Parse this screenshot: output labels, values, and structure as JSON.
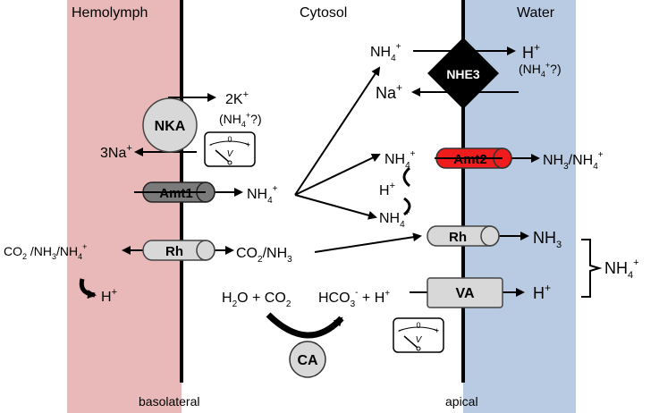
{
  "regions": {
    "hemolymph": "Hemolymph",
    "cytosol": "Cytosol",
    "water": "Water",
    "basolateral": "basolateral",
    "apical": "apical"
  },
  "colors": {
    "hemolymph": "#e8b9b8",
    "water": "#b9cbe3",
    "membrane": "#000000",
    "amt2": "#ee1c1c",
    "amt1": "#7a7a7a",
    "transporter_light": "#d8d8d8",
    "nhe3": "#000000"
  },
  "transporters": {
    "nka": "NKA",
    "amt1": "Amt1",
    "rh_baso": "Rh",
    "nhe3": "NHE3",
    "amt2": "Amt2",
    "rh_apical": "Rh",
    "va": "VA",
    "ca": "CA"
  },
  "labels": {
    "nka_k_main": "2K",
    "nka_k_sup": "+",
    "nka_nh4_alt": "(NH",
    "nka_nh4_alt_sub": "4",
    "nka_nh4_alt_sup": "+",
    "nka_nh4_alt_end": "?)",
    "nka_na_main": "3Na",
    "nka_na_sup": "+",
    "amt1_nh4_main": "NH",
    "amt1_nh4_sub": "4",
    "amt1_nh4_sup": "+",
    "rh_baso_left_main": "CO",
    "rh_baso_left_sub": "2",
    "rh_baso_left_mid": " /NH",
    "rh_baso_left_sub2": "3",
    "rh_baso_left_mid2": "/NH",
    "rh_baso_left_sub3": "4",
    "rh_baso_left_sup": "+",
    "rh_baso_right_main": "CO",
    "rh_baso_right_sub": "2",
    "rh_baso_right_end": "/NH",
    "rh_baso_right_sub2": "3",
    "h_baso_main": "H",
    "h_baso_sup": "+",
    "nhe3_nh4_main": "NH",
    "nhe3_nh4_sub": "4",
    "nhe3_nh4_sup": "+",
    "nhe3_h_main": "H",
    "nhe3_h_sup": "+",
    "nhe3_h_alt": "(NH",
    "nhe3_h_alt_sub": "4",
    "nhe3_h_alt_sup": "+",
    "nhe3_h_alt_end": "?)",
    "nhe3_na_main": "Na",
    "nhe3_na_sup": "+",
    "amt2_nh4_main": "NH",
    "amt2_nh4_sub": "4",
    "amt2_nh4_sup": "+",
    "amt2_out_main": "NH",
    "amt2_out_sub": "3",
    "amt2_out_mid": "/NH",
    "amt2_out_sub2": "4",
    "amt2_out_sup": "+",
    "h_cyt_main": "H",
    "h_cyt_sup": "+",
    "nh4_lower_main": "NH",
    "nh4_lower_sub": "4",
    "nh4_lower_sup": "+",
    "rh_ap_out_main": "NH",
    "rh_ap_out_sub": "3",
    "h2o_main": "H",
    "h2o_sub": "2",
    "h2o_mid": "O + CO",
    "h2o_sub2": "2",
    "hco3_main": "HCO",
    "hco3_sub": "3",
    "hco3_sup": "-",
    "hco3_mid": " + H",
    "hco3_sup2": "+",
    "va_h_main": "H",
    "va_h_sup": "+",
    "bracket_nh4_main": "NH",
    "bracket_nh4_sub": "4",
    "bracket_nh4_sup": "+"
  },
  "voltmeter": {
    "zero": "0",
    "minus": "-",
    "plus": "+",
    "v": "V"
  }
}
